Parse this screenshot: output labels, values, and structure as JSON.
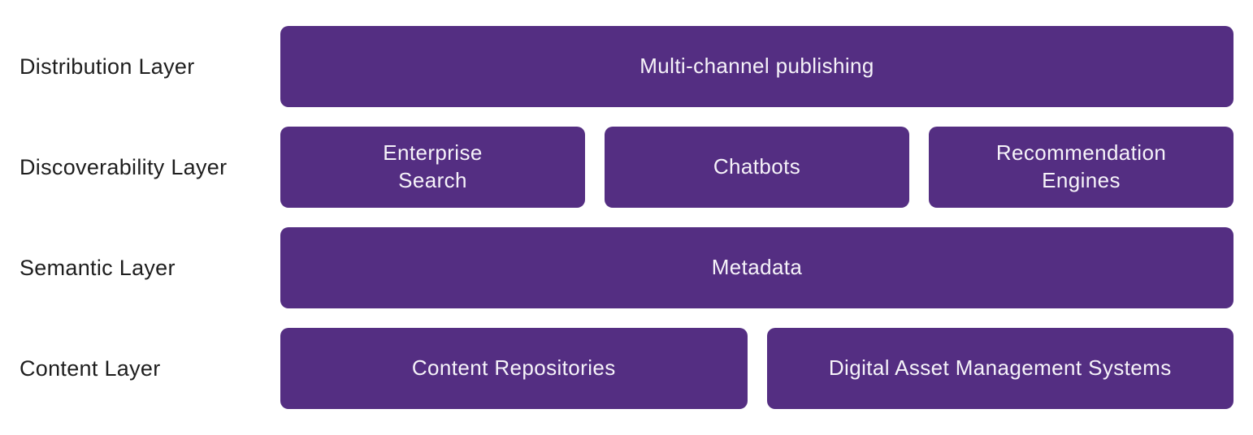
{
  "theme": {
    "background": "#FFFFFF",
    "box_fill": "#542E82",
    "box_text": "#F6F3F9",
    "label_text": "#1E1E1E"
  },
  "diagram": {
    "rows": [
      {
        "label": "Distribution Layer",
        "boxes": [
          {
            "text": "Multi-channel publishing"
          }
        ]
      },
      {
        "label": "Discoverability Layer",
        "boxes": [
          {
            "text": "Enterprise\nSearch"
          },
          {
            "text": "Chatbots"
          },
          {
            "text": "Recommendation\nEngines"
          }
        ]
      },
      {
        "label": "Semantic Layer",
        "boxes": [
          {
            "text": "Metadata"
          }
        ]
      },
      {
        "label": "Content Layer",
        "boxes": [
          {
            "text": "Content Repositories"
          },
          {
            "text": "Digital Asset Management Systems"
          }
        ]
      }
    ]
  }
}
